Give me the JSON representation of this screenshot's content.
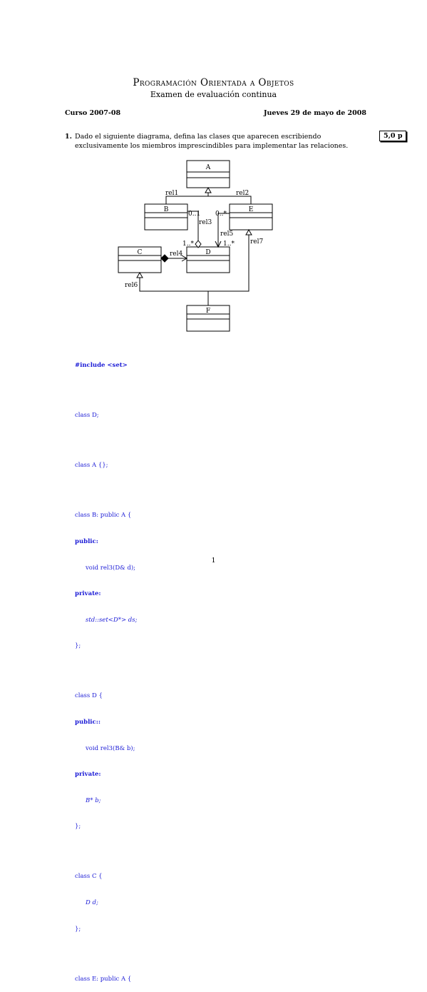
{
  "header": {
    "title": "Programación Orientada a Objetos",
    "subtitle": "Examen de evaluación continua",
    "curso": "Curso 2007-08",
    "fecha": "Jueves 29 de mayo de 2008"
  },
  "question": {
    "number": "1.",
    "text": "Dado el siguiente diagrama, defina las clases que aparecen escribiendo exclusivamente los miembros imprescindibles para implementar las relaciones.",
    "points": "5,0 p"
  },
  "diagram": {
    "classes": {
      "A": "A",
      "B": "B",
      "C": "C",
      "D": "D",
      "E": "E",
      "F": "F"
    },
    "labels": {
      "rel1": "rel1",
      "rel2": "rel2",
      "rel3": "rel3",
      "rel4": "rel4",
      "rel5": "rel5",
      "rel6": "rel6",
      "rel7": "rel7",
      "mult_b_d": "0..1",
      "mult_d_b": "1..*",
      "mult_e_d": "0..*",
      "mult_d_e": "1..*"
    }
  },
  "code": {
    "l1": "#include <set>",
    "l2": "class D;",
    "l3": "class A {};",
    "l4": "class B: public A {",
    "l5": "public:",
    "l6": "void rel3(D& d);",
    "l7": "private:",
    "l8": "std::set<D*> ds;",
    "l9": "};",
    "l10": "class D {",
    "l11": "public::",
    "l12": "void rel3(B& b);",
    "l13": "private:",
    "l14": "B* b;",
    "l15": "};",
    "l16": "class C {",
    "l17": "D d;",
    "l18": "};",
    "l19": "class E: public A {"
  },
  "page_number": "1"
}
